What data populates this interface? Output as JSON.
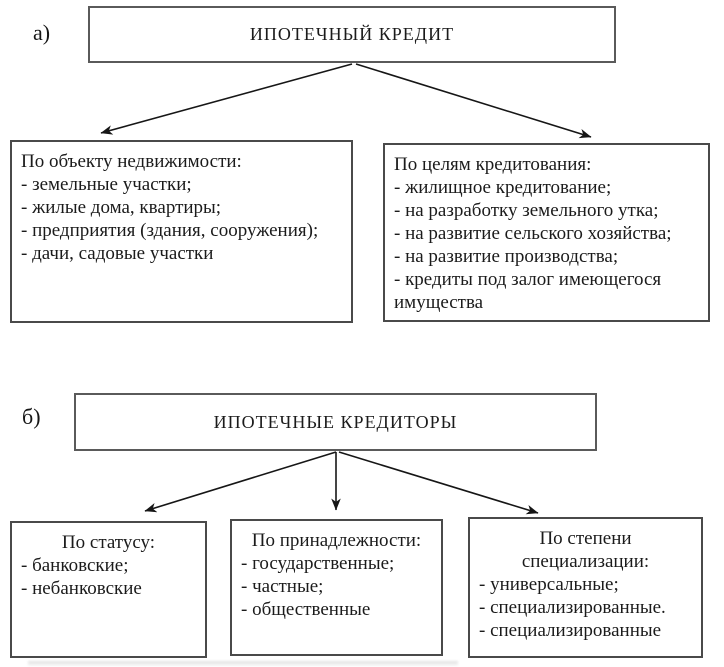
{
  "style": {
    "ink": "#1b1b1b",
    "border": "#4a4a4a",
    "background": "#ffffff"
  },
  "section_a": {
    "label": "а)",
    "root": {
      "title": "ИПОТЕЧНЫЙ КРЕДИТ"
    },
    "children": [
      {
        "heading": "По объекту недвижимости:",
        "items": [
          "- земельные участки;",
          "- жилые дома, квартиры;",
          "- предприятия (здания, сооружения);",
          "- дачи, садовые участки"
        ]
      },
      {
        "heading": "По целям кредитования:",
        "items": [
          "- жилищное кредитование;",
          "- на разработку земельного утка;",
          "- на развитие сельского хозяйства;",
          "- на развитие производства;",
          "- кредиты под залог имеющегося имущества"
        ]
      }
    ]
  },
  "section_b": {
    "label": "б)",
    "root": {
      "title": "ИПОТЕЧНЫЕ КРЕДИТОРЫ"
    },
    "children": [
      {
        "heading": "По статусу:",
        "items": [
          "- банковские;",
          "- небанковские"
        ]
      },
      {
        "heading": "По принадлежности:",
        "items": [
          "- государственные;",
          "- частные;",
          "- общественные"
        ]
      },
      {
        "heading": "По степени специализации:",
        "items": [
          "- универсальные;",
          "- специализированные.",
          "- специализированные"
        ]
      }
    ]
  }
}
